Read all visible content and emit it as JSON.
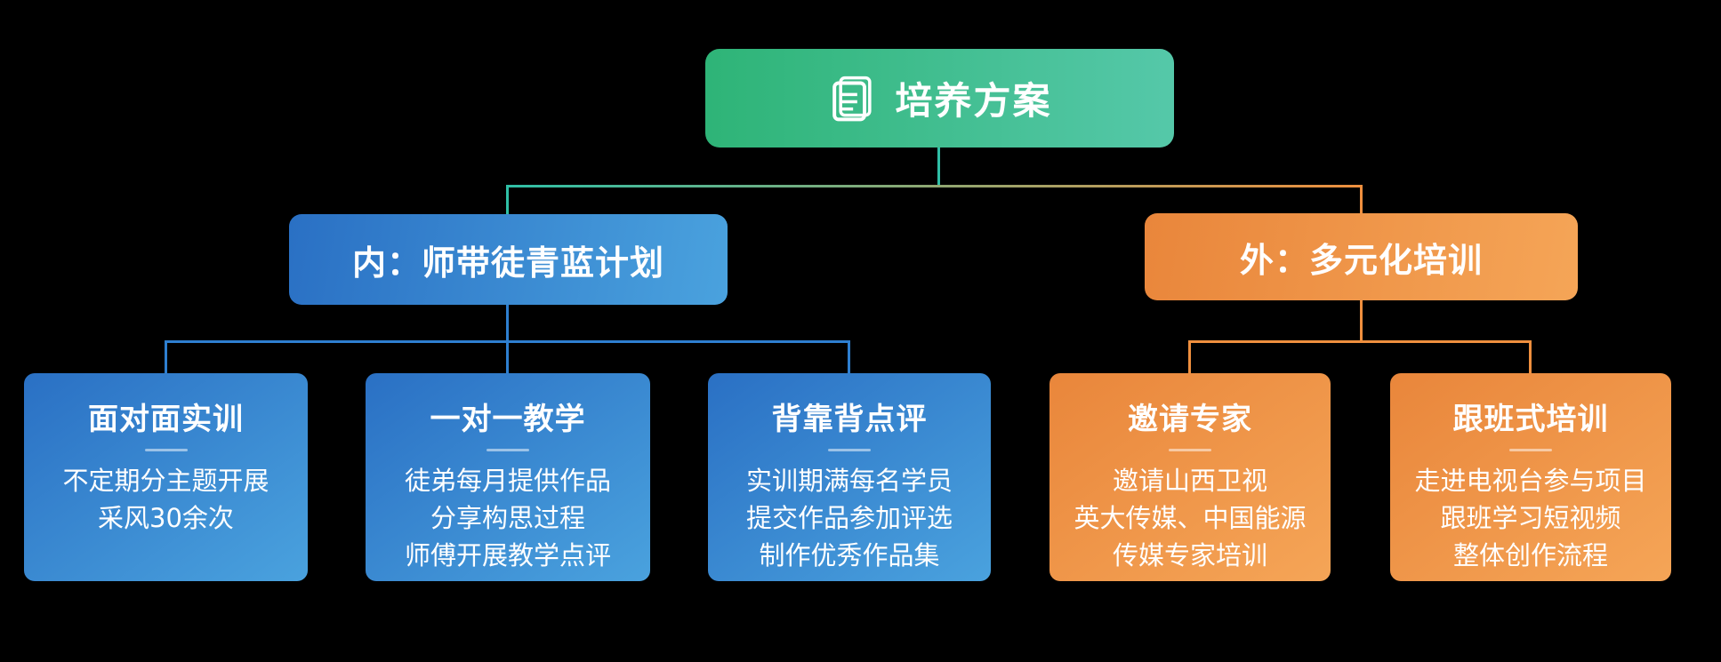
{
  "colors": {
    "bg": "#000000",
    "root-a": "#2eb477",
    "root-b": "#55c8a9",
    "blue-a": "#2a70c4",
    "blue-b": "#4aa2de",
    "orange-a": "#e9863b",
    "orange-b": "#f5a557",
    "line-teal": "#2fbfa6",
    "line-blue": "#2e7fd0",
    "line-orange": "#ef8f3e"
  },
  "root": {
    "title": "培养方案",
    "icon": "document-icon"
  },
  "branches": [
    {
      "id": "internal",
      "title": "内：师带徒青蓝计划",
      "color": "blue",
      "children": [
        {
          "title": "面对面实训",
          "lines": [
            "不定期分主题开展",
            "采风30余次"
          ]
        },
        {
          "title": "一对一教学",
          "lines": [
            "徒弟每月提供作品",
            "分享构思过程",
            "师傅开展教学点评"
          ]
        },
        {
          "title": "背靠背点评",
          "lines": [
            "实训期满每名学员",
            "提交作品参加评选",
            "制作优秀作品集"
          ]
        }
      ]
    },
    {
      "id": "external",
      "title": "外：多元化培训",
      "color": "orange",
      "children": [
        {
          "title": "邀请专家",
          "lines": [
            "邀请山西卫视",
            "英大传媒、中国能源",
            "传媒专家培训"
          ]
        },
        {
          "title": "跟班式培训",
          "lines": [
            "走进电视台参与项目",
            "跟班学习短视频",
            "整体创作流程"
          ]
        }
      ]
    }
  ]
}
